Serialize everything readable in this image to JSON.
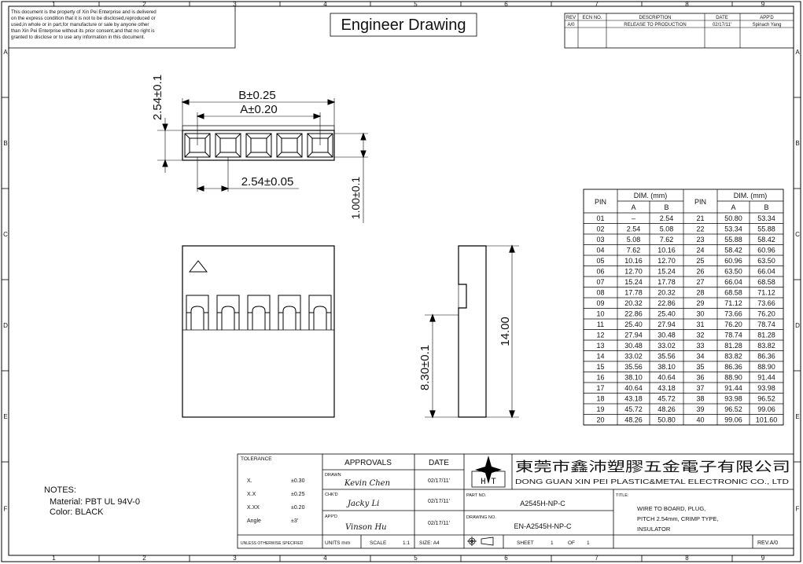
{
  "grid": {
    "top_numbers": [
      "1",
      "2",
      "3",
      "4",
      "5",
      "6",
      "7",
      "8",
      "9"
    ],
    "side_letters": [
      "A",
      "B",
      "C",
      "D",
      "E",
      "F"
    ]
  },
  "proprietary_notice": [
    "This document is the property of Xin Pei Enterprise and is delivered",
    "on the express condition that it is not to be disclosed,reproduced or",
    "used,in whole or in part,for manufacture or sale by anyone other",
    "than Xin Pei Enterprise without its prior consent,and that no right is",
    "granted to disclose or to use any information in this document."
  ],
  "drawing_title": "Engineer Drawing",
  "revision_table": {
    "headers": [
      "REV",
      "ECN NO.",
      "DESCRIPTION",
      "DATE",
      "APP'D"
    ],
    "row": [
      "A/0",
      "",
      "RELEASE TO PRODUCTION",
      "02/17/11'",
      "Spinach Yang"
    ]
  },
  "dimensions": {
    "b_tol": "B±0.25",
    "a_tol": "A±0.20",
    "height_254": "2.54±0.1",
    "pitch": "2.54±0.05",
    "thickness": "1.00±0.1",
    "overall_height": "14.00",
    "lower_height": "8.30±0.1"
  },
  "pin_table": {
    "headers": {
      "pin": "PIN",
      "dim": "DIM. (mm)",
      "a": "A",
      "b": "B"
    },
    "rows": [
      [
        "01",
        "–",
        "2.54",
        "21",
        "50.80",
        "53.34"
      ],
      [
        "02",
        "2.54",
        "5.08",
        "22",
        "53.34",
        "55.88"
      ],
      [
        "03",
        "5.08",
        "7.62",
        "23",
        "55.88",
        "58.42"
      ],
      [
        "04",
        "7.62",
        "10.16",
        "24",
        "58.42",
        "60.96"
      ],
      [
        "05",
        "10.16",
        "12.70",
        "25",
        "60.96",
        "63.50"
      ],
      [
        "06",
        "12.70",
        "15.24",
        "26",
        "63.50",
        "66.04"
      ],
      [
        "07",
        "15.24",
        "17.78",
        "27",
        "66.04",
        "68.58"
      ],
      [
        "08",
        "17.78",
        "20.32",
        "28",
        "68.58",
        "71.12"
      ],
      [
        "09",
        "20.32",
        "22.86",
        "29",
        "71.12",
        "73.66"
      ],
      [
        "10",
        "22.86",
        "25.40",
        "30",
        "73.66",
        "76.20"
      ],
      [
        "11",
        "25.40",
        "27.94",
        "31",
        "76.20",
        "78.74"
      ],
      [
        "12",
        "27.94",
        "30.48",
        "32",
        "78.74",
        "81.28"
      ],
      [
        "13",
        "30.48",
        "33.02",
        "33",
        "81.28",
        "83.82"
      ],
      [
        "14",
        "33.02",
        "35.56",
        "34",
        "83.82",
        "86.36"
      ],
      [
        "15",
        "35.56",
        "38.10",
        "35",
        "86.36",
        "88.90"
      ],
      [
        "16",
        "38.10",
        "40.64",
        "36",
        "88.90",
        "91.44"
      ],
      [
        "17",
        "40.64",
        "43.18",
        "37",
        "91.44",
        "93.98"
      ],
      [
        "18",
        "43.18",
        "45.72",
        "38",
        "93.98",
        "96.52"
      ],
      [
        "19",
        "45.72",
        "48.26",
        "39",
        "96.52",
        "99.06"
      ],
      [
        "20",
        "48.26",
        "50.80",
        "40",
        "99.06",
        "101.60"
      ]
    ]
  },
  "notes": {
    "title": "NOTES:",
    "material": "Material: PBT UL 94V-0",
    "color": "Color: BLACK"
  },
  "tolerance": {
    "title": "TOLERANCE",
    "rows": [
      [
        "X.",
        "±0.30"
      ],
      [
        "X.X",
        "±0.25"
      ],
      [
        "X.XX",
        "±0.20"
      ],
      [
        "Angle",
        "±3'"
      ]
    ],
    "footer": "UNLESS OTHERWISE SPECIFIED"
  },
  "approvals": {
    "title": "APPROVALS",
    "date_header": "DATE",
    "drawn_label": "DRAWN",
    "drawn_name": "Kevin Chen",
    "drawn_date": "02/17/11'",
    "chkd_label": "CHK'D",
    "chkd_name": "Jacky Li",
    "chkd_date": "02/17/11'",
    "appd_label": "APP'D",
    "appd_name": "Vinson Hu",
    "appd_date": "02/17/11'"
  },
  "company": {
    "logo_text": "H T",
    "chinese_name": "東莞市鑫沛塑膠五金電子有限公司",
    "english_name": "DONG GUAN XIN PEI PLASTIC&METAL ELECTRONIC CO., LTD"
  },
  "part": {
    "part_no_label": "PART NO.",
    "part_no": "A2545H-NP-C",
    "drawing_no_label": "DRAWING NO.",
    "drawing_no": "EN-A2545H-NP-C",
    "title_label": "TITLE:",
    "title_lines": [
      "WIRE TO BOARD, PLUG,",
      "PITCH 2.54mm, CRIMP TYPE,",
      "INSULATOR"
    ]
  },
  "footer": {
    "units": "UNITS mm",
    "scale_label": "SCALE",
    "scale": "1:1",
    "size": "SIZE: A4",
    "sheet_label": "SHEET",
    "sheet": "1",
    "of_label": "OF",
    "of": "1",
    "rev": "REV.A/0"
  }
}
